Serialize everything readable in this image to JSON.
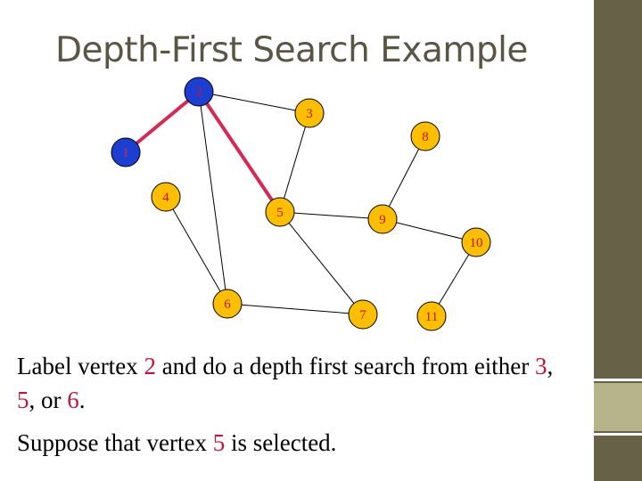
{
  "title": "Depth-First Search Example",
  "colors": {
    "vertex_fill": "#fbbf00",
    "vertex_selected_fill": "#1c3fd2",
    "edge_color": "#000000",
    "path_color": "#d62a55",
    "label_red": "#c0143c",
    "label_blue": "#1a1aaa"
  },
  "graph": {
    "vertices": [
      {
        "id": "1",
        "label": "1",
        "state": "labeled"
      },
      {
        "id": "2",
        "label": "2",
        "state": "labeled"
      },
      {
        "id": "3",
        "label": "3",
        "state": "unlabeled"
      },
      {
        "id": "4",
        "label": "4",
        "state": "unlabeled"
      },
      {
        "id": "5",
        "label": "5",
        "state": "unlabeled"
      },
      {
        "id": "6",
        "label": "6",
        "state": "unlabeled"
      },
      {
        "id": "7",
        "label": "7",
        "state": "unlabeled"
      },
      {
        "id": "8",
        "label": "8",
        "state": "unlabeled"
      },
      {
        "id": "9",
        "label": "9",
        "state": "unlabeled"
      },
      {
        "id": "10",
        "label": "10",
        "state": "unlabeled"
      },
      {
        "id": "11",
        "label": "11",
        "state": "unlabeled"
      }
    ],
    "edges": [
      {
        "from": "1",
        "to": "2",
        "highlight": true
      },
      {
        "from": "2",
        "to": "5",
        "highlight": true
      },
      {
        "from": "2",
        "to": "3",
        "highlight": false
      },
      {
        "from": "2",
        "to": "6",
        "highlight": false
      },
      {
        "from": "3",
        "to": "5",
        "highlight": false
      },
      {
        "from": "4",
        "to": "6",
        "highlight": false
      },
      {
        "from": "5",
        "to": "7",
        "highlight": false
      },
      {
        "from": "5",
        "to": "9",
        "highlight": false
      },
      {
        "from": "6",
        "to": "7",
        "highlight": false
      },
      {
        "from": "8",
        "to": "9",
        "highlight": false
      },
      {
        "from": "9",
        "to": "10",
        "highlight": false
      },
      {
        "from": "10",
        "to": "11",
        "highlight": false
      }
    ]
  },
  "text1": {
    "a": "Label vertex ",
    "b": "2",
    "c": " and do a depth first search from either ",
    "d": "3",
    "e": ", ",
    "f": "5",
    "g": ", or ",
    "h": "6",
    "i": "."
  },
  "text2": {
    "a": "Suppose that vertex ",
    "b": "5",
    "c": " is selected."
  }
}
